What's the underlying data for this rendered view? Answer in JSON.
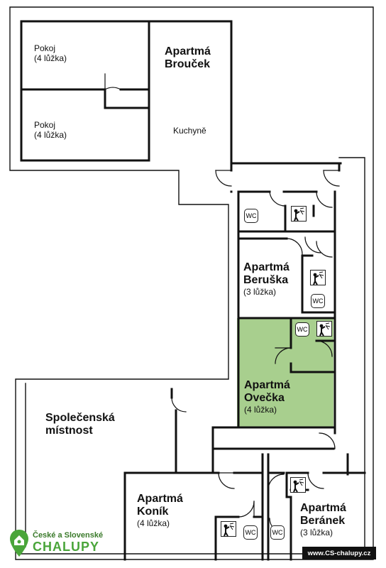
{
  "rooms": {
    "pokoj1": {
      "name": "Pokoj",
      "beds": "(4 lůžka)"
    },
    "pokoj2": {
      "name": "Pokoj",
      "beds": "(4 lůžka)"
    },
    "broucek": {
      "line1": "Apartmá",
      "line2": "Brouček"
    },
    "kuchyne": {
      "name": "Kuchyně"
    },
    "beruska": {
      "line1": "Apartmá",
      "line2": "Beruška",
      "beds": "(3 lůžka)"
    },
    "ovecka": {
      "line1": "Apartmá",
      "line2": "Ovečka",
      "beds": "(4 lůžka)"
    },
    "spolecenska": {
      "line1": "Společenská",
      "line2": "místnost"
    },
    "konik": {
      "line1": "Apartmá",
      "line2": "Koník",
      "beds": "(4 lůžka)"
    },
    "beranek": {
      "line1": "Apartmá",
      "line2": "Beránek",
      "beds": "(3 lůžka)"
    }
  },
  "icons": {
    "wc_label": "WC",
    "wc": "wc-icon",
    "shower": "shower-icon"
  },
  "colors": {
    "highlight": "#a8cf8e",
    "wall": "#111111",
    "brand_green": "#4aa53a"
  },
  "logo": {
    "top": "České a Slovenské",
    "main": "CHALUPY"
  },
  "website": "www.CS-chalupy.cz"
}
